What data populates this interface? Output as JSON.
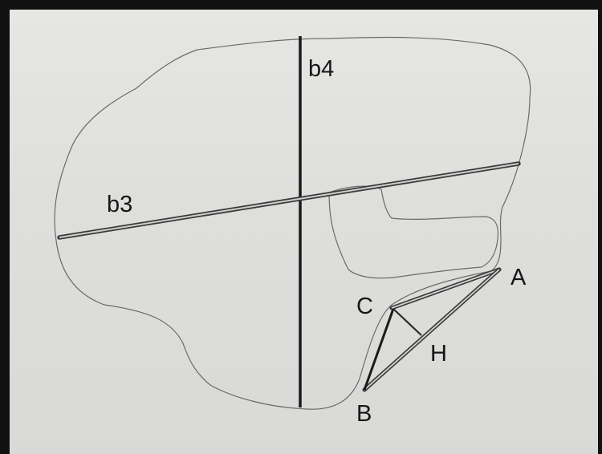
{
  "labels": {
    "b4": "b4",
    "b3": "b3",
    "A": "A",
    "B": "B",
    "C": "C",
    "H": "H"
  },
  "colors": {
    "ink": "#1a1a1a",
    "outline": "#6a6a6a",
    "paper": "#e3e3e1",
    "border": "#111111"
  }
}
